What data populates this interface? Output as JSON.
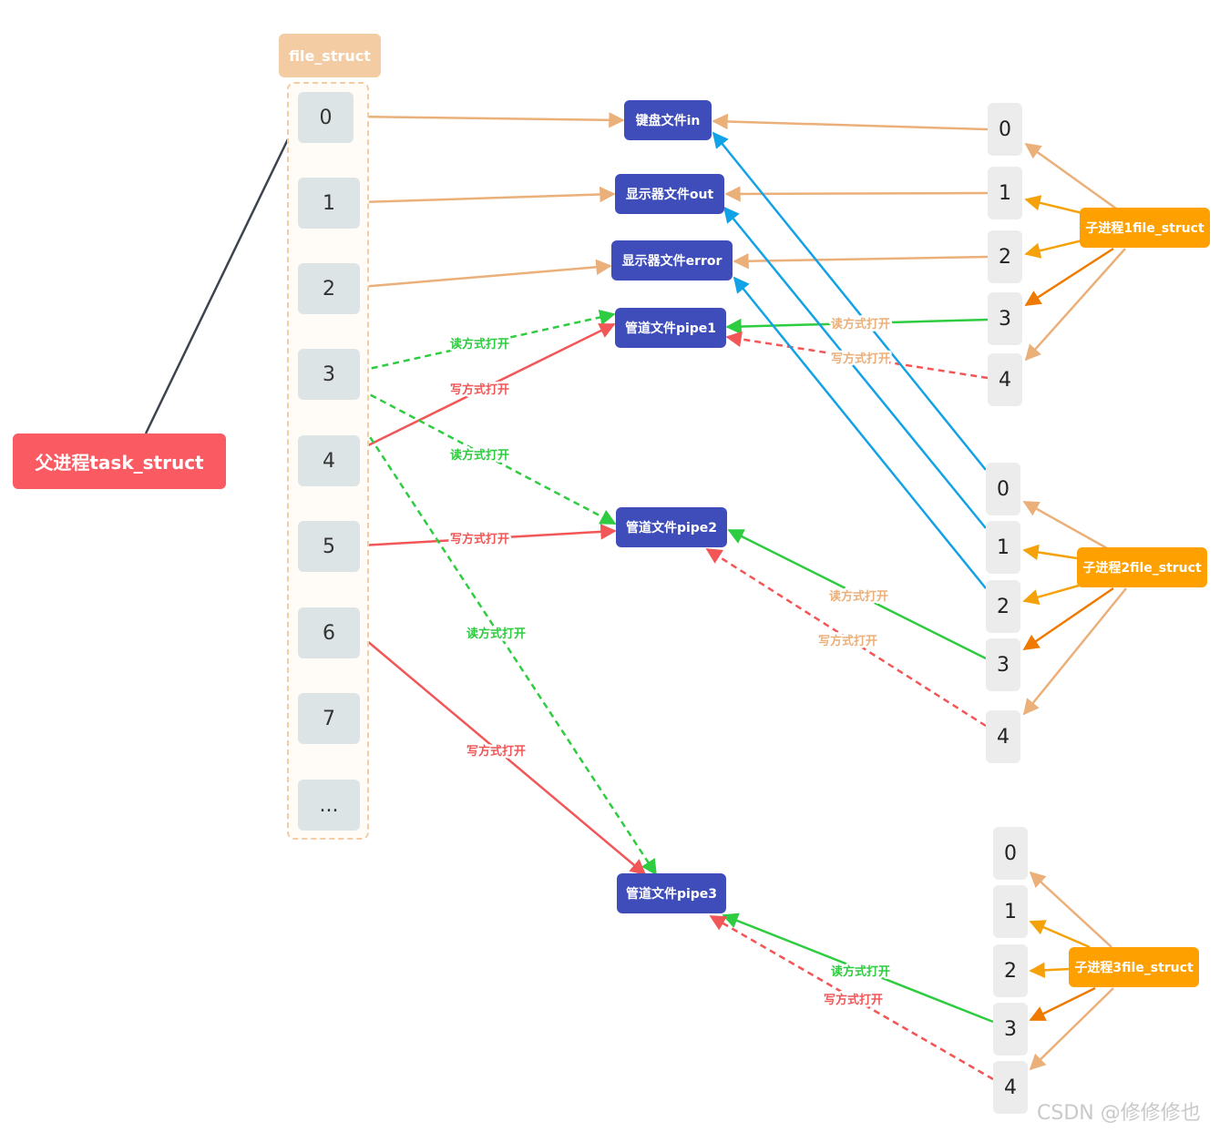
{
  "file_struct": {
    "title": "file_struct",
    "cells": [
      "0",
      "1",
      "2",
      "3",
      "4",
      "5",
      "6",
      "7",
      "..."
    ]
  },
  "parent": {
    "label": "父进程task_struct"
  },
  "files": {
    "keyboard": "键盘文件in",
    "display_out": "显示器文件out",
    "display_error": "显示器文件error",
    "pipe1": "管道文件pipe1",
    "pipe2": "管道文件pipe2",
    "pipe3": "管道文件pipe3"
  },
  "children": [
    {
      "label": "子进程1file_struct",
      "cells": [
        "0",
        "1",
        "2",
        "3",
        "4"
      ]
    },
    {
      "label": "子进程2file_struct",
      "cells": [
        "0",
        "1",
        "2",
        "3",
        "4"
      ]
    },
    {
      "label": "子进程3file_struct",
      "cells": [
        "0",
        "1",
        "2",
        "3",
        "4"
      ]
    }
  ],
  "edge_labels": {
    "read": "读方式打开",
    "write": "写方式打开"
  },
  "colors": {
    "read": "#2ecc40",
    "write": "#f25656",
    "std": "#ebb07a",
    "blue": "#12a2e6",
    "orange": "#f5a20a",
    "dark_orange": "#f07a00",
    "parent_link": "#3d4450"
  },
  "watermark": "CSDN @修修修也"
}
